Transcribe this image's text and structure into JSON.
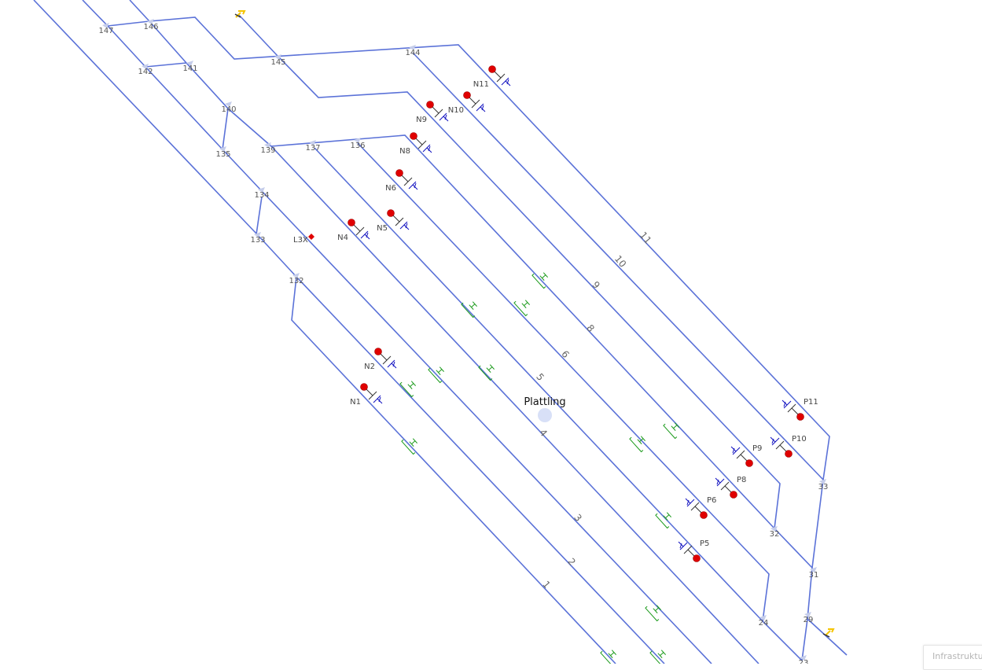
{
  "colors": {
    "track": "#5b72d8",
    "signal_main": "#e00000",
    "signal_symbol": "#1010c0",
    "marker": "#1a9a1a",
    "station_dot": "#d8e0f7",
    "arrow": "#f5c400"
  },
  "station": {
    "name": "Plattling"
  },
  "nodes": [
    "147",
    "146",
    "142",
    "141",
    "145",
    "144",
    "140",
    "135",
    "139",
    "137",
    "136",
    "134",
    "133",
    "132",
    "33",
    "32",
    "31",
    "29",
    "24",
    "23"
  ],
  "tracks": [
    "1",
    "2",
    "3",
    "4",
    "5",
    "6",
    "8",
    "9",
    "10",
    "11"
  ],
  "signals_n": [
    "N11",
    "N10",
    "N9",
    "N8",
    "N6",
    "N5",
    "N4",
    "N2",
    "N1"
  ],
  "signals_p": [
    "P11",
    "P10",
    "P9",
    "P8",
    "P6",
    "P5"
  ],
  "marker_label": "L3X",
  "footer": {
    "label": "Infrastruktur"
  }
}
